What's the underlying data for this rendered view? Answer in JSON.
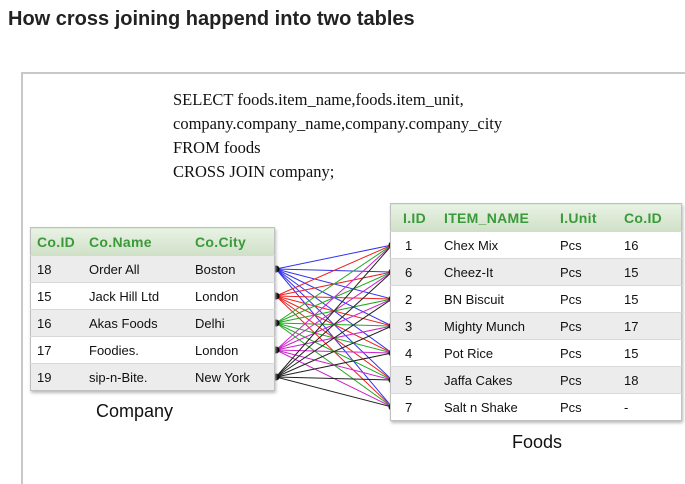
{
  "heading": "How cross joining happend into two tables",
  "sql_lines": [
    "SELECT foods.item_name,foods.item_unit,",
    "company.company_name,company.company_city",
    "FROM foods",
    "CROSS JOIN company;"
  ],
  "company": {
    "caption": "Company",
    "headers": [
      "Co.ID",
      "Co.Name",
      "Co.City"
    ],
    "rows": [
      [
        "18",
        "Order All",
        "Boston"
      ],
      [
        "15",
        "Jack Hill Ltd",
        "London"
      ],
      [
        "16",
        "Akas Foods",
        "Delhi"
      ],
      [
        "17",
        "Foodies.",
        "London"
      ],
      [
        "19",
        "sip-n-Bite.",
        "New York"
      ]
    ]
  },
  "foods": {
    "caption": "Foods",
    "headers": [
      "I.ID",
      "ITEM_NAME",
      "I.Unit",
      "Co.ID"
    ],
    "rows": [
      [
        "1",
        "Chex Mix",
        "Pcs",
        "16"
      ],
      [
        "6",
        "Cheez-It",
        "Pcs",
        "15"
      ],
      [
        "2",
        "BN Biscuit",
        "Pcs",
        "15"
      ],
      [
        "3",
        "Mighty Munch",
        "Pcs",
        "17"
      ],
      [
        "4",
        "Pot Rice",
        "Pcs",
        "15"
      ],
      [
        "5",
        "Jaffa Cakes",
        "Pcs",
        "18"
      ],
      [
        "7",
        "Salt n Shake",
        "Pcs",
        "-"
      ]
    ]
  },
  "line_colors": [
    "#3333ee",
    "#ee2222",
    "#22aa22",
    "#cc22cc",
    "#222222"
  ]
}
